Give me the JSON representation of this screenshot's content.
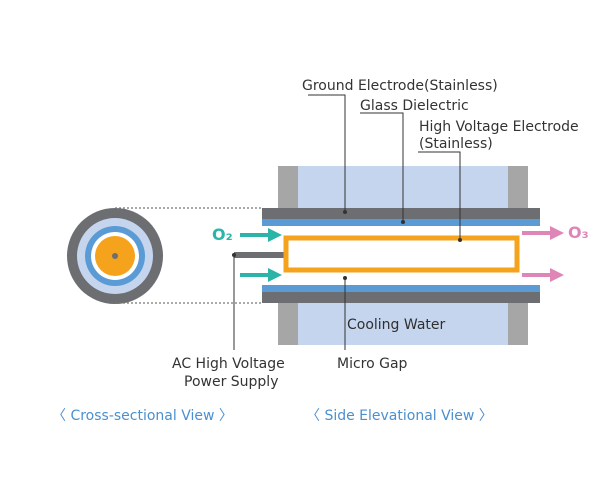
{
  "labels": {
    "ground_electrode": "Ground Electrode(Stainless)",
    "glass_dielectric": "Glass Dielectric",
    "hv_electrode_line1": "High Voltage Electrode",
    "hv_electrode_line2": "(Stainless)",
    "cooling_water": "Cooling Water",
    "ac_supply_line1": "AC High Voltage",
    "ac_supply_line2": "Power Supply",
    "micro_gap": "Micro Gap"
  },
  "gases": {
    "inlet": "O₂",
    "outlet": "O₃"
  },
  "captions": {
    "cross_section": "〈 Cross-sectional View 〉",
    "side_view": "〈 Side Elevational View 〉"
  },
  "colors": {
    "steel": "#6d6e71",
    "glass": "#5b9bd5",
    "water": "#c5d5ee",
    "end_cap": "#a6a6a6",
    "hv_electrode": "#f5a21c",
    "inlet_arrow": "#2bb5a8",
    "outlet_arrow": "#de86b8",
    "caption": "#4b8fd0"
  }
}
